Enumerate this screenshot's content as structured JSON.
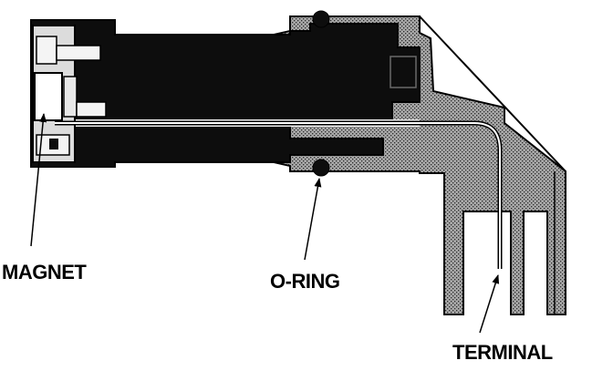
{
  "labels": {
    "magnet": "MAGNET",
    "o_ring": "O-RING",
    "terminal": "TERMINAL"
  },
  "colors": {
    "body_fill": "#0d0d0d",
    "section_fill": "#8a8a8a",
    "outline": "#000000",
    "background": "#ffffff"
  }
}
